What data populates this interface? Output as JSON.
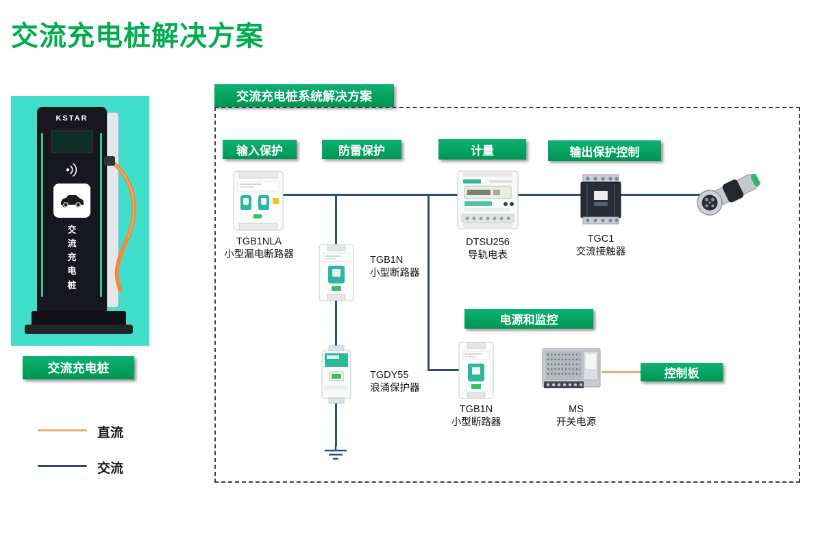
{
  "colors": {
    "green_title": "#00AC4F",
    "green_label_top": "#0DB273",
    "green_label_bot": "#009552",
    "teal_bg": "#41DECB",
    "ac_color": "#2E4A7D",
    "dc_color": "#F2A96E",
    "device_teal": "#2FB79E"
  },
  "title": "交流充电桩解决方案",
  "product": {
    "caption": "交流充电桩",
    "brand": "KSTAR",
    "vertical_label": "交流充电桩"
  },
  "legend": {
    "dc_label": "直流",
    "ac_label": "交流"
  },
  "diagram": {
    "banner": "交流充电桩系统解决方案",
    "sections": {
      "input_protection": "输入保护",
      "lightning_protection": "防雷保护",
      "metering": "计量",
      "output_protection_control": "输出保护控制",
      "power_and_monitoring": "电源和监控",
      "control_board": "控制板"
    },
    "components": {
      "leakage_breaker": {
        "name": "TGB1NLA",
        "desc": "小型漏电断路器"
      },
      "mini_breaker_1": {
        "name": "TGB1N",
        "desc": "小型断路器"
      },
      "rail_meter": {
        "name": "DTSU256",
        "desc": "导轨电表"
      },
      "ac_contactor": {
        "name": "TGC1",
        "desc": "交流接触器"
      },
      "surge_protector": {
        "name": "TGDY55",
        "desc": "浪涌保护器"
      },
      "mini_breaker_2": {
        "name": "TGB1N",
        "desc": "小型断路器"
      },
      "switching_psu": {
        "name": "MS",
        "desc": "开关电源"
      }
    }
  }
}
